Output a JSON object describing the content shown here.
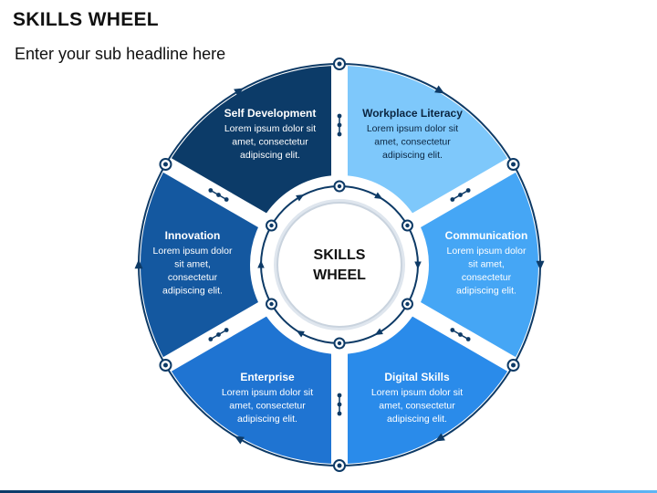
{
  "header": {
    "title": "SKILLS WHEEL",
    "subtitle": "Enter your sub headline here"
  },
  "center": {
    "line1": "SKILLS",
    "line2": "WHEEL"
  },
  "colors": {
    "outer_ring": "#0d3a66",
    "inner_ring": "#0d3a66",
    "segment_text_light": "#ffffff",
    "segment_text_dark": "#0b2540",
    "center_fill": "#ffffff"
  },
  "segments": [
    {
      "id": "workplace-literacy",
      "title": "Workplace Literacy",
      "body": [
        "Lorem ipsum dolor sit",
        "amet, consectetur",
        "adipiscing elit."
      ],
      "color": "#7ec8fb",
      "text_color": "#0b2540"
    },
    {
      "id": "communication",
      "title": "Communication",
      "body": [
        "Lorem ipsum dolor",
        "sit amet,",
        "consectetur",
        "adipiscing elit."
      ],
      "color": "#45a6f5",
      "text_color": "#ffffff"
    },
    {
      "id": "digital-skills",
      "title": "Digital Skills",
      "body": [
        "Lorem ipsum dolor sit",
        "amet, consectetur",
        "adipiscing elit."
      ],
      "color": "#2a8bea",
      "text_color": "#ffffff"
    },
    {
      "id": "enterprise",
      "title": "Enterprise",
      "body": [
        "Lorem ipsum dolor sit",
        "amet, consectetur",
        "adipiscing elit."
      ],
      "color": "#1f74d2",
      "text_color": "#ffffff"
    },
    {
      "id": "innovation",
      "title": "Innovation",
      "body": [
        "Lorem ipsum dolor",
        "sit amet,",
        "consectetur",
        "adipiscing elit."
      ],
      "color": "#1458a0",
      "text_color": "#ffffff"
    },
    {
      "id": "self-development",
      "title": "Self Development",
      "body": [
        "Lorem ipsum dolor sit",
        "amet, consectetur",
        "adipiscing elit."
      ],
      "color": "#0c3b68",
      "text_color": "#ffffff"
    }
  ]
}
